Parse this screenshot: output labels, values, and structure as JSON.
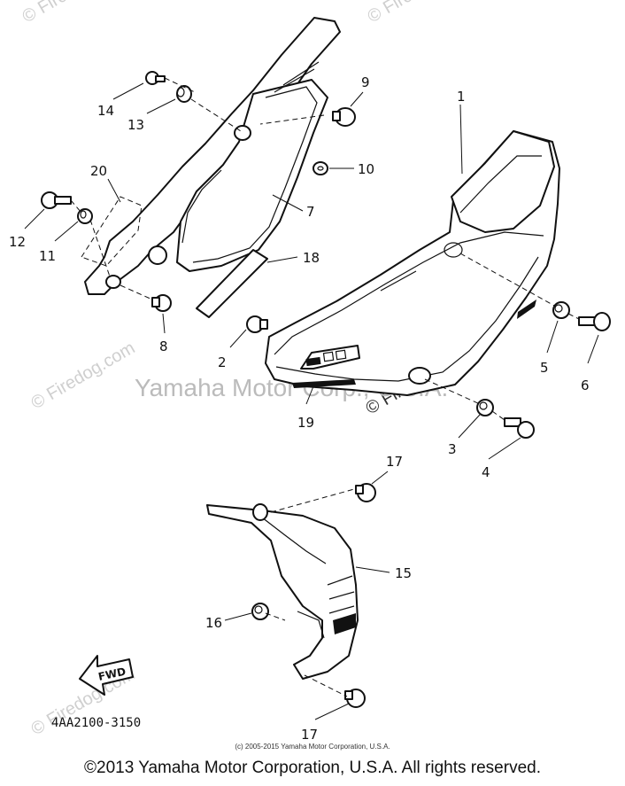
{
  "watermarks": {
    "firedog_1": "© Firedog.com",
    "firedog_2": "© Firedog.com",
    "firedog_3": "© Firedog.com",
    "firedog_4": "© Firedog.com",
    "firedog_5": "© Firedog.com",
    "yamaha": "Yamaha Motor Corp., U.S.A."
  },
  "callouts": {
    "c1": "1",
    "c2": "2",
    "c3": "3",
    "c4": "4",
    "c5": "5",
    "c6": "6",
    "c7": "7",
    "c8": "8",
    "c9": "9",
    "c10": "10",
    "c11": "11",
    "c12": "12",
    "c13": "13",
    "c14": "14",
    "c15": "15",
    "c16": "16",
    "c17a": "17",
    "c17b": "17",
    "c18": "18",
    "c19": "19",
    "c20": "20"
  },
  "fwd_label": "FWD",
  "diagram_code": "4AA2100-3150",
  "copyright_small": "(c) 2005-2015 Yamaha Motor Corporation, U.S.A.",
  "copyright": "©2013 Yamaha Motor Corporation, U.S.A. All rights reserved."
}
